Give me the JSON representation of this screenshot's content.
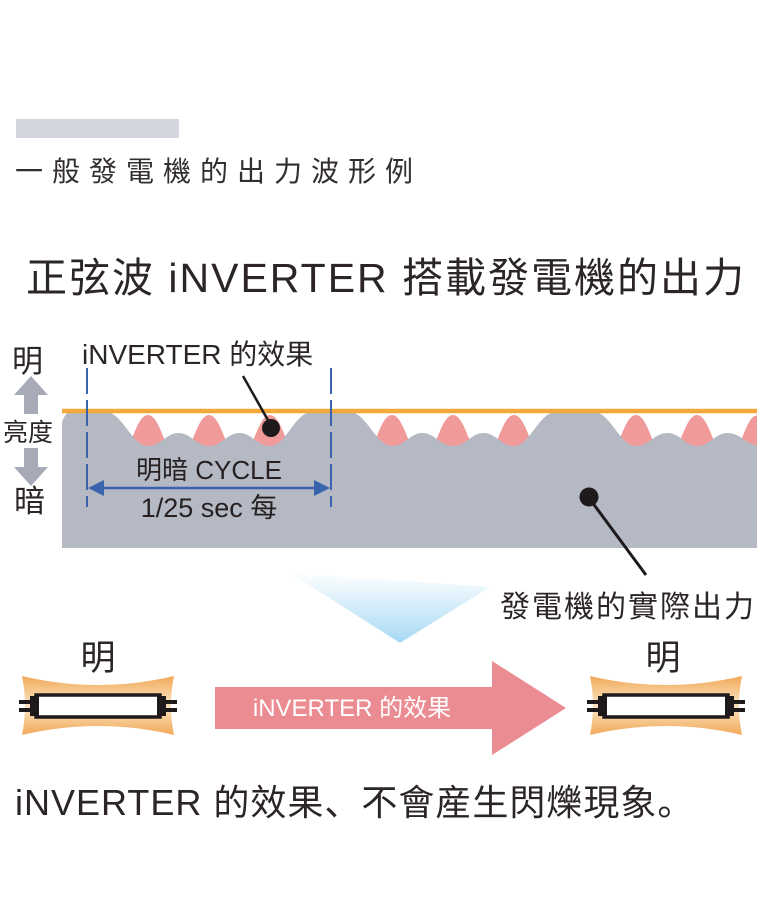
{
  "legend": {
    "caption": "一般發電機的出力波形例"
  },
  "title": "正弦波 iNVERTER 搭載發電機的出力",
  "waveform": {
    "effect_label": "iNVERTER 的效果",
    "axis_top_label": "明",
    "axis_mid_label": "亮度",
    "axis_bottom_label": "暗",
    "cycle_label": "明暗 CYCLE",
    "cycle_period_label": "1/25 sec 每",
    "actual_output_label": "發電機的實際出力"
  },
  "lamp_row": {
    "left_lamp_label": "明",
    "right_lamp_label": "明",
    "arrow_label": "iNVERTER 的效果"
  },
  "footer": {
    "caption": "iNVERTER 的效果、不會産生閃爍現象。"
  },
  "colors": {
    "wave_gray": "#b5b9c4",
    "wave_pink": "#f09a9a",
    "brightness_line_orange": "#f2a93c",
    "cycle_marker_blue": "#3a63ad",
    "axis_arrow_gray": "#a6abb7",
    "legend_swatch_gray": "#d3d6de",
    "effect_arrow_pink": "#ea8c92",
    "lamp_glow_orange": "#f1a958",
    "transition_triangle_blue": "#a7daf4",
    "text_dark": "#2b2526"
  }
}
